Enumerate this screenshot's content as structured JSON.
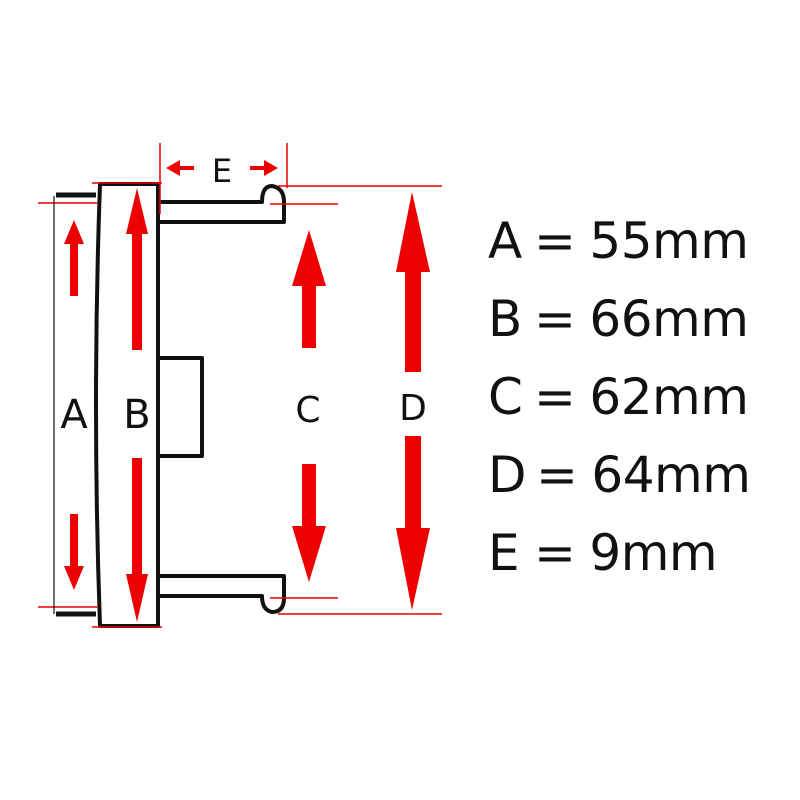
{
  "diagram": {
    "labels": {
      "A": "A",
      "B": "B",
      "C": "C",
      "D": "D",
      "E": "E"
    },
    "colors": {
      "outline": "#111111",
      "arrow": "#ee0000",
      "guide": "#ee0000",
      "text": "#111111"
    }
  },
  "specs": [
    {
      "letter": "A",
      "eq": "=",
      "value": "55mm"
    },
    {
      "letter": "B",
      "eq": "=",
      "value": "66mm"
    },
    {
      "letter": "C",
      "eq": "=",
      "value": "62mm"
    },
    {
      "letter": "D",
      "eq": "=",
      "value": "64mm"
    },
    {
      "letter": "E",
      "eq": "=",
      "value": "9mm"
    }
  ]
}
